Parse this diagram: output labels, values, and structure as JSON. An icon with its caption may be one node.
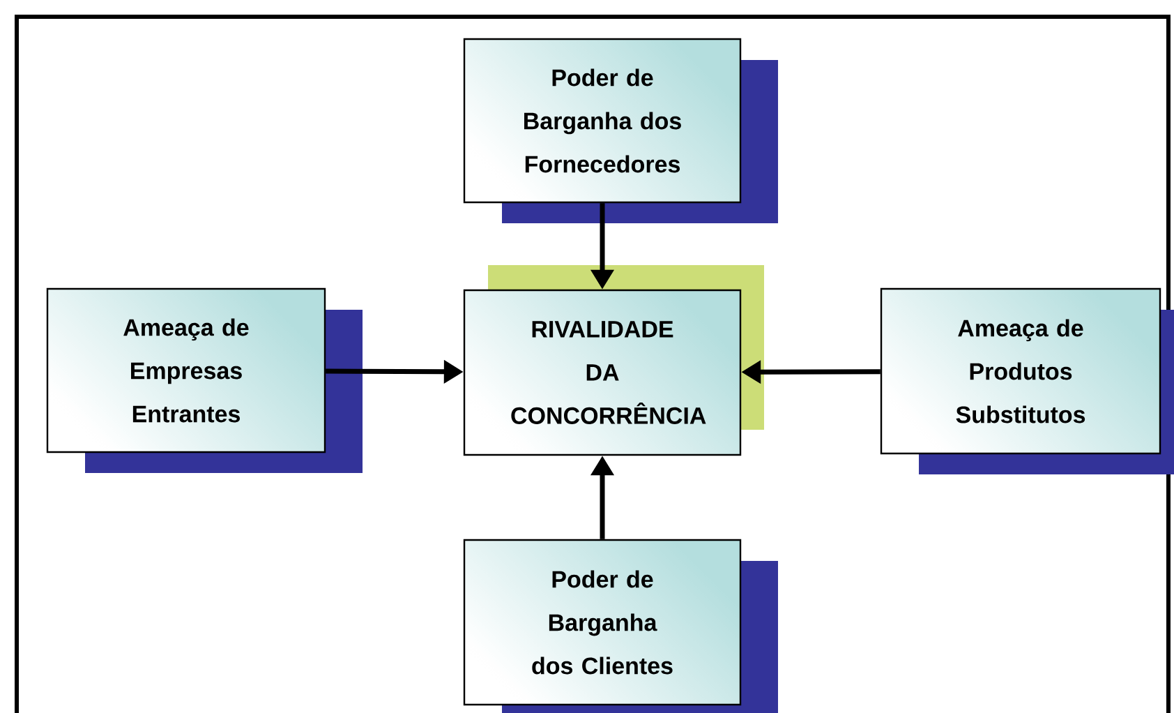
{
  "diagram": {
    "nodes": [
      {
        "text": [
          "Poder de Barganha dos Fornecedores"
        ]
      },
      {
        "text": [
          "Ameaça de Empresas Entrantes"
        ]
      },
      {
        "text": [
          "RIVALIDADE DA CONCORRÊNCIA"
        ]
      },
      {
        "text": [
          "Ameaça de Produtos Substitutos"
        ]
      },
      {
        "text": [
          "Poder de Barganha dos Clientes"
        ]
      }
    ],
    "edges": [
      {
        "from": 0,
        "to": 2,
        "arrow": "to"
      },
      {
        "from": 1,
        "to": 2,
        "arrow": "to"
      },
      {
        "from": 3,
        "to": 2,
        "arrow": "to"
      },
      {
        "from": 4,
        "to": 2,
        "arrow": "to"
      }
    ]
  }
}
